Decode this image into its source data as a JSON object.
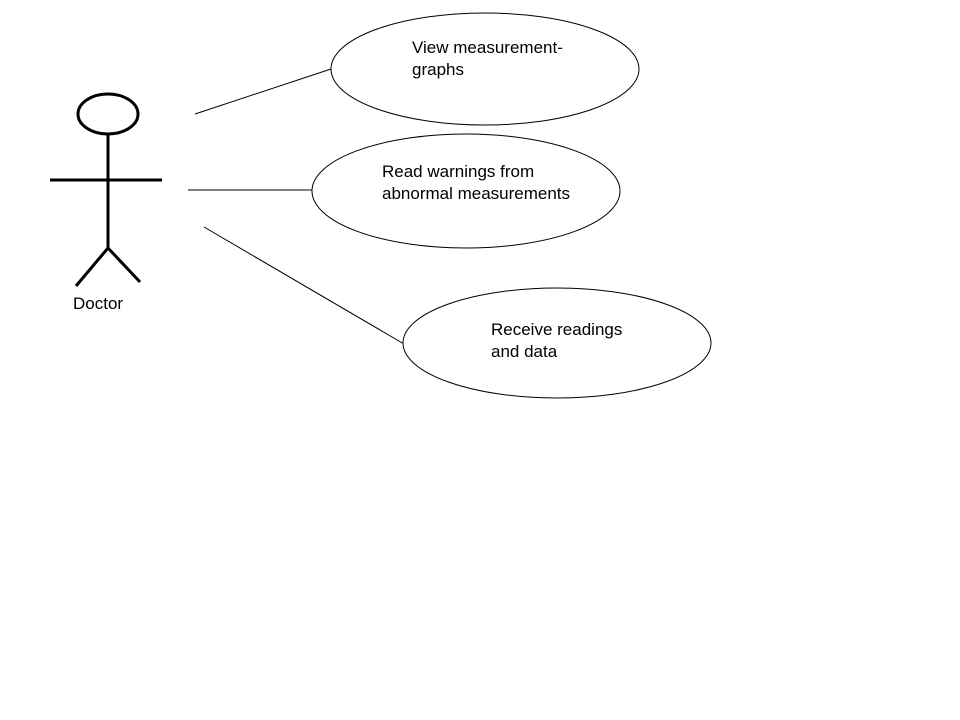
{
  "actor": {
    "name": "Doctor"
  },
  "use_cases": [
    {
      "line1": "View measurement-",
      "line2": "graphs"
    },
    {
      "line1": "Read warnings from",
      "line2": "abnormal measurements"
    },
    {
      "line1": "Receive readings",
      "line2": "and data"
    }
  ],
  "colors": {
    "stroke": "#000000",
    "background": "#ffffff"
  }
}
